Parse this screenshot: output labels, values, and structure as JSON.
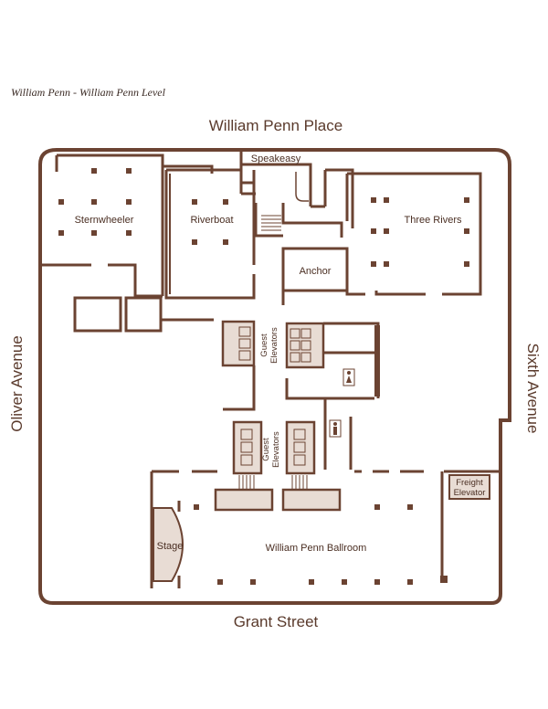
{
  "caption": "William Penn - William Penn Level",
  "streets": {
    "north": "William Penn Place",
    "south": "Grant Street",
    "west": "Oliver Avenue",
    "east": "Sixth Avenue"
  },
  "rooms": {
    "speakeasy": "Speakeasy",
    "sternwheeler": "Sternwheeler",
    "riverboat": "Riverboat",
    "three_rivers": "Three Rivers",
    "anchor": "Anchor",
    "guest_elevators_1_line1": "Guest",
    "guest_elevators_1_line2": "Elevators",
    "guest_elevators_2_line1": "Guest",
    "guest_elevators_2_line2": "Elevators",
    "freight_line1": "Freight",
    "freight_line2": "Elevator",
    "stage": "Stage",
    "ballroom": "William Penn Ballroom"
  },
  "icons": [
    "restroom-icon",
    "restroom-icon"
  ],
  "colors": {
    "wall": "#6b4332",
    "fill": "#e8dcd4",
    "text": "#4a2e22"
  }
}
